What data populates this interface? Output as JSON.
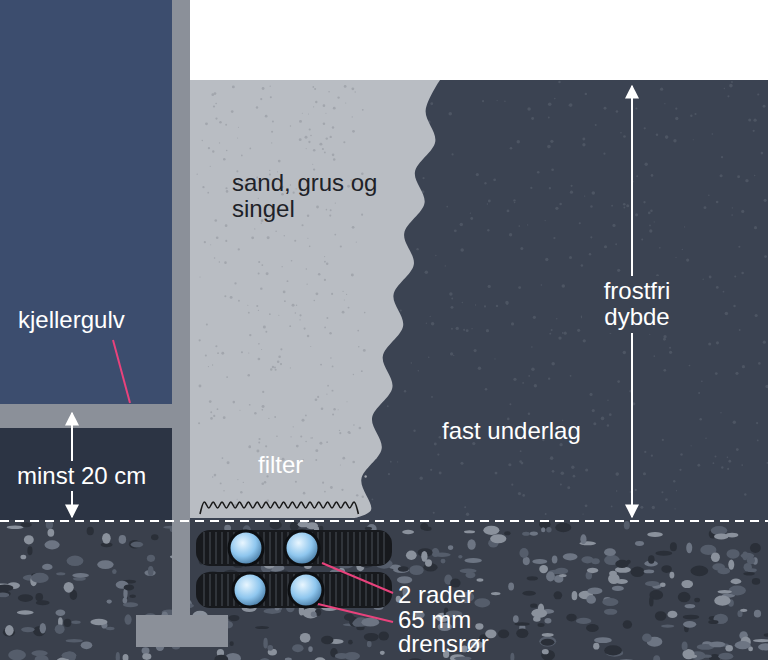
{
  "diagram": {
    "labels": [
      "kjellergulv",
      "minst 20 cm",
      "sand, grus og singel",
      "filter",
      "fast underlag",
      "frostfri dybde",
      "2 rader",
      "65 mm drensrør"
    ]
  }
}
